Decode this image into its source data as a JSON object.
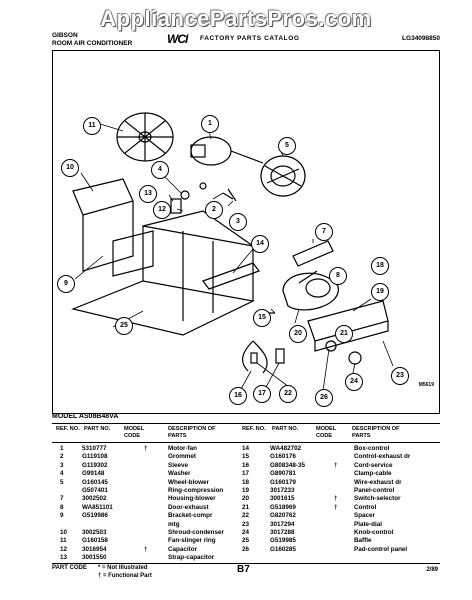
{
  "watermark": "AppliancePartsPros.com",
  "header": {
    "brand": "GIBSON",
    "product": "ROOM AIR CONDITIONER",
    "logo": "WCI",
    "catalog": "FACTORY PARTS CATALOG",
    "doc_id": "LG34098850"
  },
  "diagram": {
    "id": "M5619",
    "callouts": [
      "1",
      "2",
      "3",
      "4",
      "5",
      "7",
      "8",
      "9",
      "10",
      "11",
      "12",
      "13",
      "14",
      "15",
      "16",
      "17",
      "18",
      "19",
      "20",
      "21",
      "22",
      "23",
      "24",
      "25",
      "26"
    ]
  },
  "model_line": "MODEL AS08B48VA",
  "columns": {
    "ref": "REF. NO.",
    "part": "PART NO.",
    "model": "MODEL CODE",
    "desc": "DESCRIPTION OF PARTS"
  },
  "parts_left": [
    {
      "ref": "1",
      "part": "5310777",
      "code": "†",
      "desc": "Motor-fan"
    },
    {
      "ref": "2",
      "part": "G119108",
      "code": "",
      "desc": "Grommet"
    },
    {
      "ref": "3",
      "part": "G119302",
      "code": "",
      "desc": "Sleeve"
    },
    {
      "ref": "4",
      "part": "G99148",
      "code": "",
      "desc": "Washer"
    },
    {
      "ref": "5",
      "part": "G160145",
      "code": "",
      "desc": "Wheel-blower"
    },
    {
      "ref": "",
      "part": "G507401",
      "code": "",
      "desc": "Ring-compression"
    },
    {
      "ref": "7",
      "part": "3002502",
      "code": "",
      "desc": "Housing-blower"
    },
    {
      "ref": "8",
      "part": "WA851101",
      "code": "",
      "desc": "Door-exhaust"
    },
    {
      "ref": "9",
      "part": "G519986",
      "code": "",
      "desc": "Bracket-compr"
    },
    {
      "ref": "",
      "part": "",
      "code": "",
      "desc": "mtg"
    },
    {
      "ref": "10",
      "part": "3002503",
      "code": "",
      "desc": "Shroud-condenser"
    },
    {
      "ref": "11",
      "part": "G160158",
      "code": "",
      "desc": "Fan-slinger ring"
    },
    {
      "ref": "12",
      "part": "3016954",
      "code": "†",
      "desc": "Capacitor"
    },
    {
      "ref": "13",
      "part": "3001550",
      "code": "",
      "desc": "Strap-capacitor"
    }
  ],
  "parts_right": [
    {
      "ref": "14",
      "part": "WA482702",
      "code": "",
      "desc": "Box-control"
    },
    {
      "ref": "15",
      "part": "G160176",
      "code": "",
      "desc": "Control-exhaust dr"
    },
    {
      "ref": "16",
      "part": "G808348-35",
      "code": "†",
      "desc": "Cord-service"
    },
    {
      "ref": "17",
      "part": "G890781",
      "code": "",
      "desc": "Clamp-cable"
    },
    {
      "ref": "18",
      "part": "G160179",
      "code": "",
      "desc": "Wire-exhaust dr"
    },
    {
      "ref": "19",
      "part": "3017233",
      "code": "",
      "desc": "Panel-control"
    },
    {
      "ref": "20",
      "part": "3001615",
      "code": "†",
      "desc": "Switch-selector"
    },
    {
      "ref": "21",
      "part": "G518969",
      "code": "†",
      "desc": "Control"
    },
    {
      "ref": "22",
      "part": "G820762",
      "code": "",
      "desc": "Spacer"
    },
    {
      "ref": "23",
      "part": "3017294",
      "code": "",
      "desc": "Plate-dial"
    },
    {
      "ref": "24",
      "part": "3017288",
      "code": "",
      "desc": "Knob-control"
    },
    {
      "ref": "25",
      "part": "G519985",
      "code": "",
      "desc": "Baffle"
    },
    {
      "ref": "26",
      "part": "G160285",
      "code": "",
      "desc": "Pad-control panel"
    }
  ],
  "footer": {
    "label": "PART CODE",
    "note1": "* = Not Illustrated",
    "note2": "† = Functional Part",
    "page": "B7",
    "date": "2/89"
  }
}
